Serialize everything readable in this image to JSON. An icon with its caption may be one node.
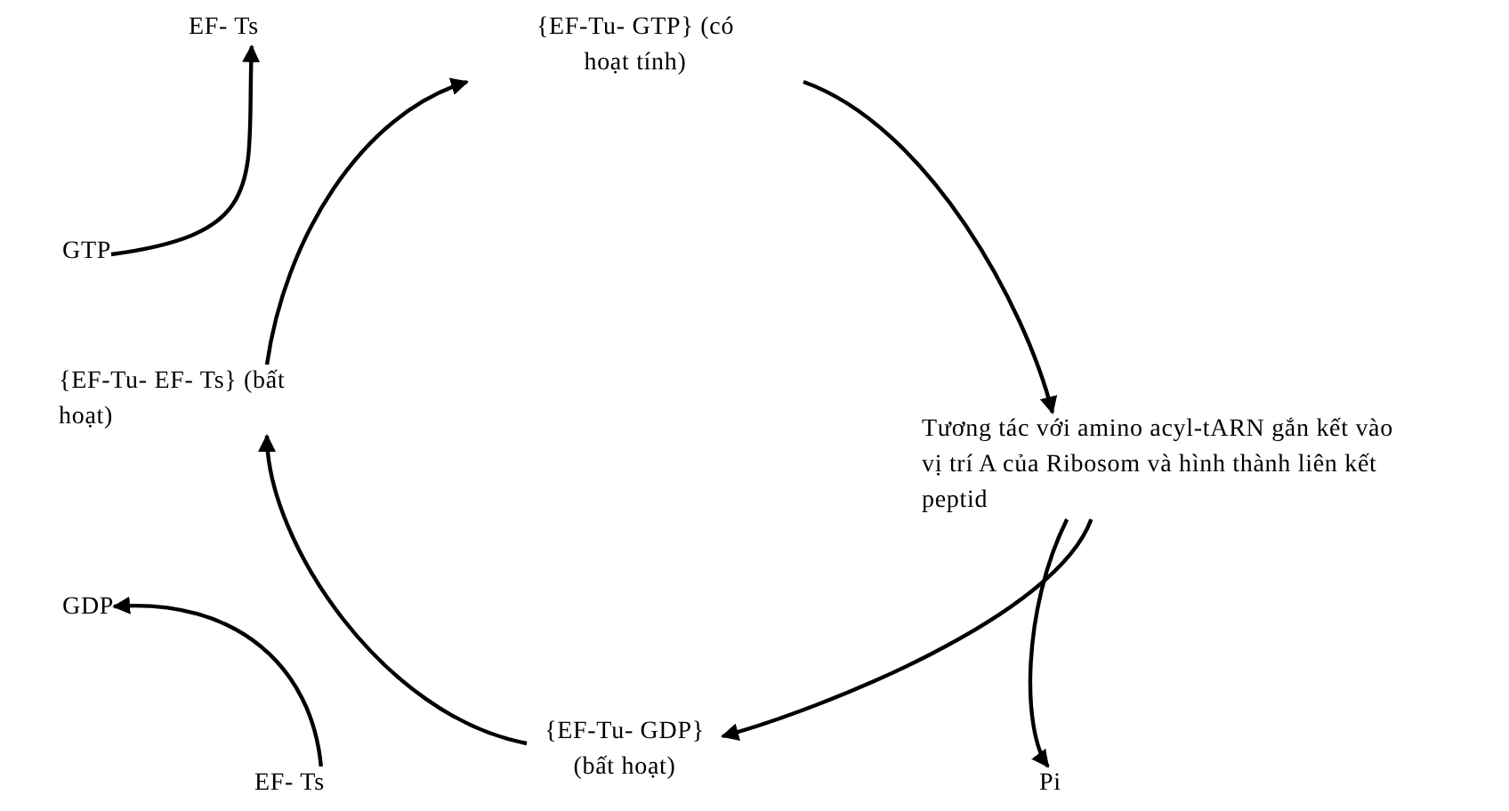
{
  "diagram": {
    "nodes": [
      {
        "text": [
          "EF- Ts"
        ]
      },
      {
        "text": [
          "{EF-Tu- GTP} (có hoạt tính)"
        ]
      },
      {
        "text": [
          "GTP"
        ]
      },
      {
        "text": [
          "{EF-Tu- EF- Ts} (bất hoạt)"
        ]
      },
      {
        "text": [
          "Tương tác với amino acyl-tARN gắn kết vào vị trí A của Ribosom và hình thành liên kết peptid"
        ]
      },
      {
        "text": [
          "GDP"
        ]
      },
      {
        "text": [
          "{EF-Tu- GDP} (bất hoạt)"
        ]
      },
      {
        "text": [
          "EF- Ts"
        ]
      },
      {
        "text": [
          "Pi"
        ]
      }
    ],
    "edges": [
      {
        "from": 2,
        "to": 0,
        "arrow": "to"
      },
      {
        "from": 3,
        "to": 1,
        "arrow": "to"
      },
      {
        "from": 1,
        "to": 4,
        "arrow": "to"
      },
      {
        "from": 4,
        "to": 6,
        "arrow": "to"
      },
      {
        "from": 4,
        "to": 8,
        "arrow": "to"
      },
      {
        "from": 6,
        "to": 3,
        "arrow": "to"
      },
      {
        "from": 7,
        "to": 5,
        "arrow": "to"
      }
    ]
  }
}
